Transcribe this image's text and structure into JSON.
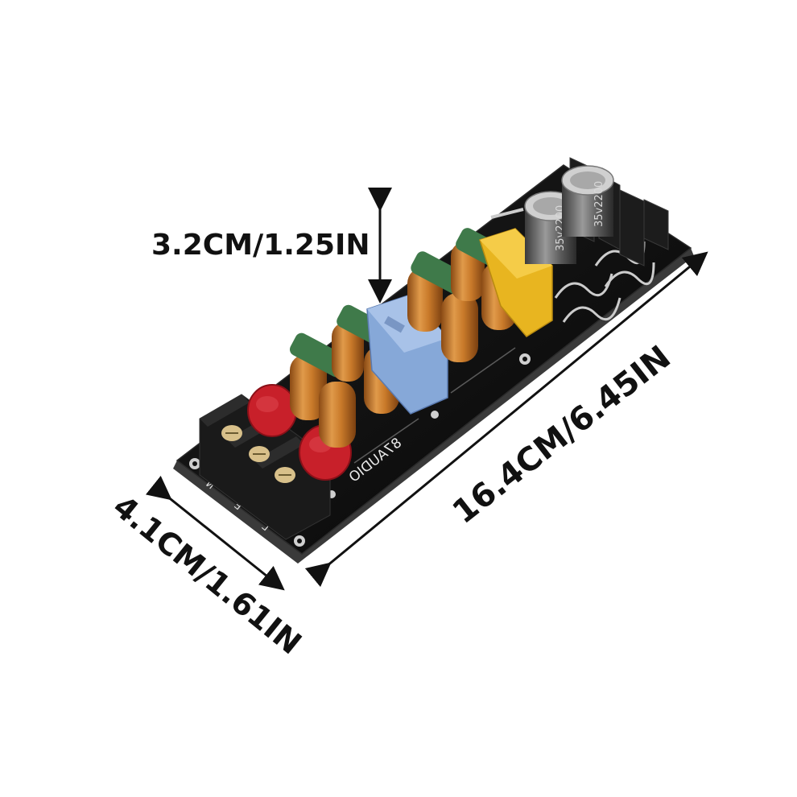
{
  "dimensions": {
    "height_label": "3.2CM/1.25IN",
    "length_label": "16.4CM/6.45IN",
    "width_label": "4.1CM/1.61IN"
  },
  "board": {
    "brand_silkscreen": "87AUDIO",
    "terminal_labels": [
      "N",
      "E",
      "L"
    ],
    "capacitor_marking": "35v2200"
  },
  "colors": {
    "pcb": "#111111",
    "choke_copper": "#c97a2a",
    "choke_band": "#3f7a4a",
    "varistor": "#c8202a",
    "x_capacitor": "#e8b520",
    "relay": "#86a8d8",
    "arrow": "#111111"
  },
  "icons": {
    "arrows": "double-headed-arrow-icon"
  }
}
